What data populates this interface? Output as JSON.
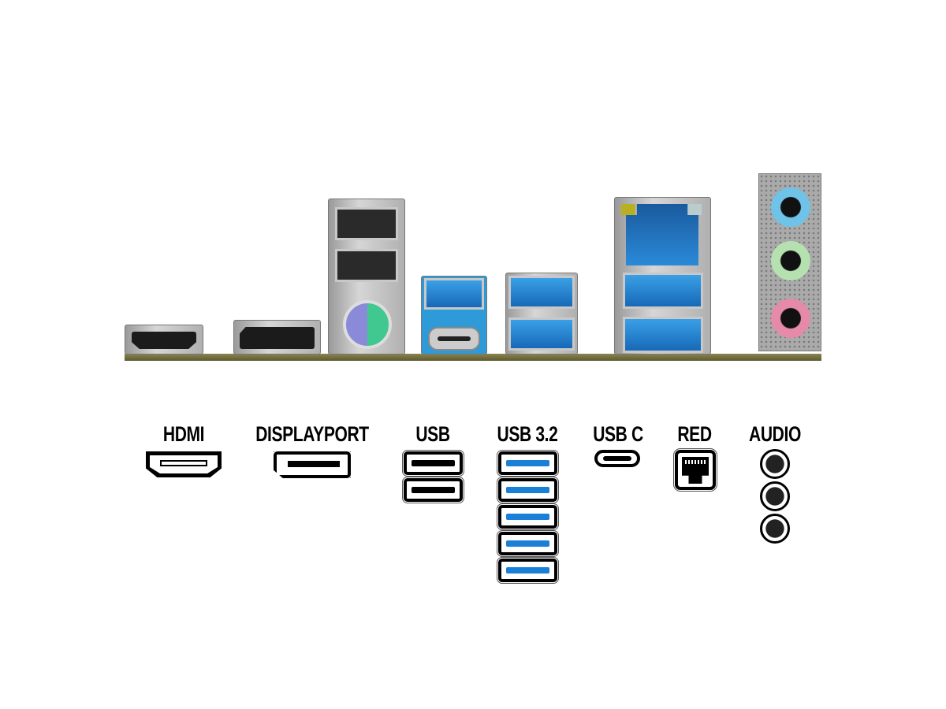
{
  "legend": {
    "hdmi": "HDMI",
    "displayport": "DISPLAYPORT",
    "usb": "USB",
    "usb32": "USB 3.2",
    "usbc": "USB C",
    "red": "RED",
    "audio": "AUDIO"
  },
  "counts": {
    "usb": 2,
    "usb32": 5,
    "audio": 3
  },
  "colors": {
    "usb32_blue": "#1a7fd6",
    "audio_blue": "#6fc3e8",
    "audio_green": "#b5e0b0",
    "audio_pink": "#e58aa8"
  }
}
